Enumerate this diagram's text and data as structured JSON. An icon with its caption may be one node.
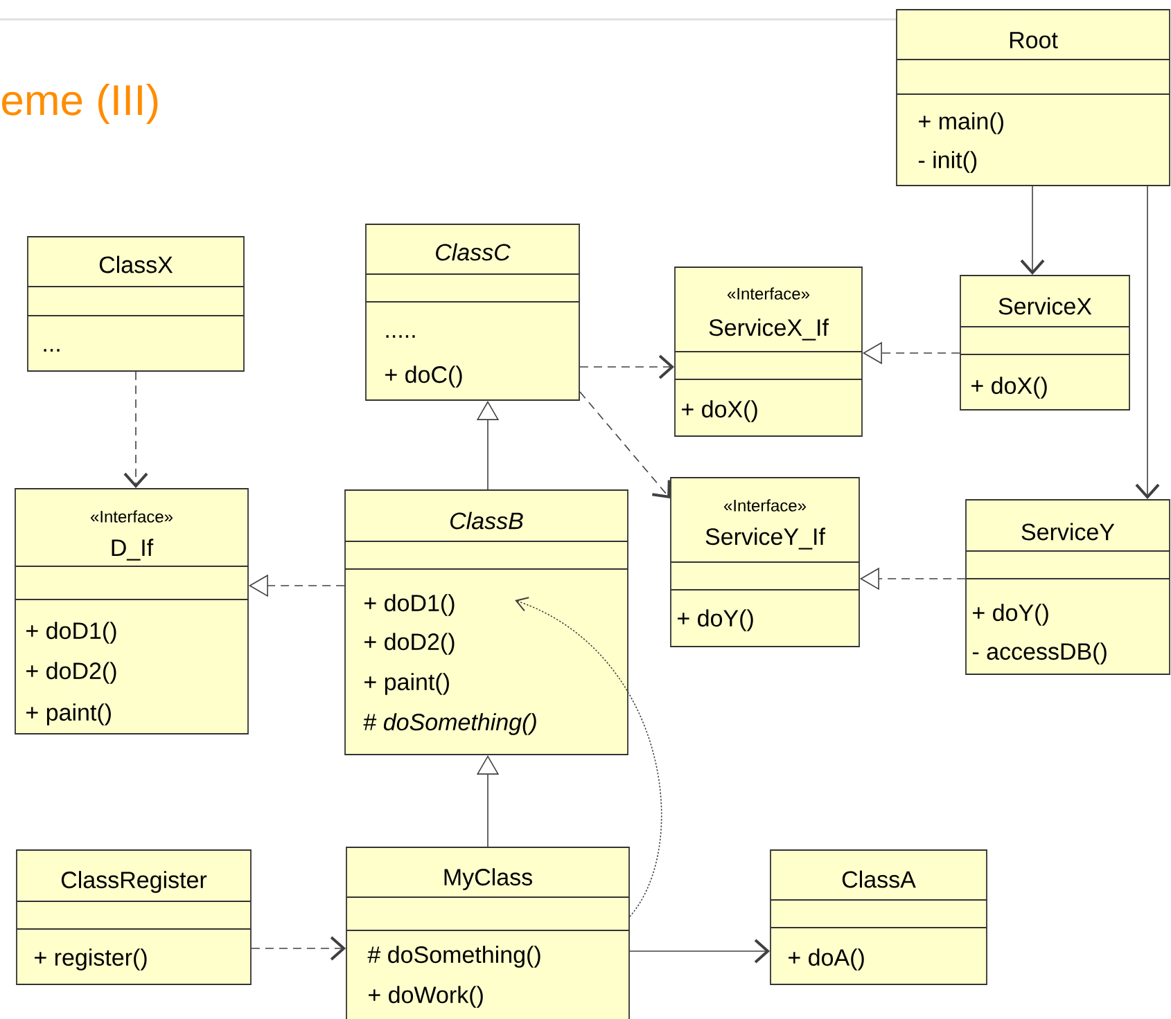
{
  "diagram": {
    "title": "eme (III)",
    "nodes": [
      {
        "text": [
          "Root",
          "+ main()",
          "- init()"
        ]
      },
      {
        "text": [
          "ClassX",
          "..."
        ]
      },
      {
        "text": [
          "ClassC",
          ".....",
          "+ doC()"
        ]
      },
      {
        "text": [
          "«Interface»",
          "ServiceX_If",
          "+ doX()"
        ]
      },
      {
        "text": [
          "ServiceX",
          "+ doX()"
        ]
      },
      {
        "text": [
          "«Interface»",
          "D_If",
          "+ doD1()",
          "+ doD2()",
          "+ paint()"
        ]
      },
      {
        "text": [
          "ClassB",
          "+ doD1()",
          "+ doD2()",
          "+ paint()",
          "# *doSomething()*"
        ]
      },
      {
        "text": [
          "«Interface»",
          "ServiceY_If",
          "+ doY()"
        ]
      },
      {
        "text": [
          "ServiceY",
          "+ doY()",
          "- accessDB()"
        ]
      },
      {
        "text": [
          "ClassRegister",
          "+ register()"
        ]
      },
      {
        "text": [
          "MyClass",
          "# doSomething()",
          "+ doWork()"
        ]
      },
      {
        "text": [
          "ClassA",
          "+ doA()"
        ]
      }
    ],
    "edges": [
      {
        "from": 1,
        "to": 5,
        "arrow": "to",
        "style": "dashed"
      },
      {
        "from": 2,
        "to": 3,
        "arrow": "to",
        "style": "dashed"
      },
      {
        "from": 2,
        "to": 7,
        "arrow": "to",
        "style": "dashed"
      },
      {
        "from": 4,
        "to": 3,
        "arrow": "to",
        "style": "dashed"
      },
      {
        "from": 0,
        "to": 4,
        "arrow": "to"
      },
      {
        "from": 0,
        "to": 8,
        "arrow": "to"
      },
      {
        "from": 8,
        "to": 7,
        "arrow": "to",
        "style": "dashed"
      },
      {
        "from": 6,
        "to": 5,
        "arrow": "to",
        "style": "dashed"
      },
      {
        "from": 6,
        "to": 2,
        "arrow": "to"
      },
      {
        "from": 10,
        "to": 6,
        "arrow": "to"
      },
      {
        "from": 9,
        "to": 10,
        "arrow": "to",
        "style": "dashed"
      },
      {
        "from": 10,
        "to": 11,
        "arrow": "to"
      },
      {
        "from": 10,
        "to": 6,
        "arrow": "to",
        "style": "dashed"
      }
    ]
  }
}
